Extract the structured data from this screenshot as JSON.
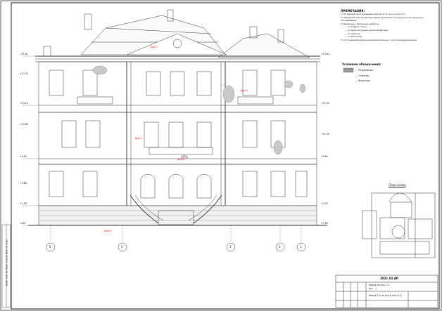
{
  "drawing": {
    "sheet_code": "2021.03.АР",
    "title_lines": [
      "Фасад по оси 1-5",
      "(ул. ...)"
    ],
    "sheet_name": "Фасад 1-5 по оси А (ось 5-1)",
    "section_label": "План-схема",
    "notes_header": "ПРИМЕЧАНИЯ:",
    "notes": [
      "1. На фасаде окна приведены фасад 5 по оси А в осях 5-1.",
      "2. Обмерный чертеж фасада здания выполнен по результатам натурного обследования.",
      "3. Выявлены следующие дефекты:",
      "— по кладке стены;",
      "— по архитектурным деталям фасада;",
      "— по карнизу;",
      "— по балконам;",
      "4. Состояние фасада удовлетворительное с участками разрушения."
    ],
    "legend_header": "Условные обозначения:",
    "legend": [
      {
        "label": "— Разрушения",
        "color": "#9a9a9a"
      },
      {
        "label": "— Отметки",
        "color": "#d11"
      },
      {
        "label": "— Высотные",
        "color": "#d11"
      }
    ],
    "axes": [
      "5",
      "4",
      "3",
      "2",
      "1"
    ],
    "elevations": [
      "+21.81",
      "+19.82",
      "+17.42",
      "+15.45",
      "+13.10",
      "+12.50",
      "+10.80",
      "+8.60",
      "+6.60",
      "+5.25",
      "+3.88",
      "+2.89",
      "+1.58",
      "-0.60"
    ],
    "red_marks": [
      "Дом 2",
      "Дом 3",
      "Дом 4",
      "Дом 5",
      "Дом 6"
    ],
    "stamp_sidebar": "Взам. инв. №  Подп. и дата  Инв. № подл."
  }
}
